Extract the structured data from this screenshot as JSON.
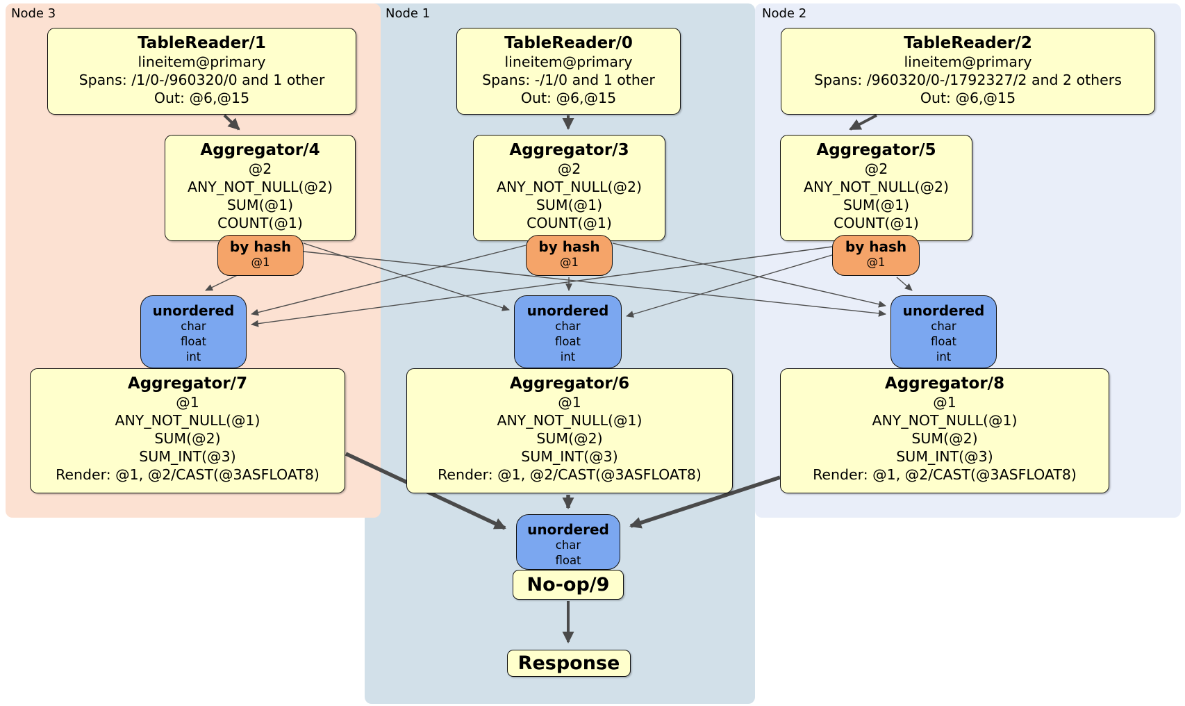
{
  "colors": {
    "panel_node3": "#fce1d2",
    "panel_node1": "#d2e0e9",
    "panel_node2": "#e9eef9",
    "processor_fill": "#ffffcc",
    "router_fill": "#f5a469",
    "sync_fill": "#7ba7f0",
    "edge_color": "#4a4a4a"
  },
  "panels": [
    {
      "id": "node3",
      "label": "Node 3"
    },
    {
      "id": "node1",
      "label": "Node 1"
    },
    {
      "id": "node2",
      "label": "Node 2"
    }
  ],
  "processors": {
    "tr1": {
      "title": "TableReader/1",
      "lines": [
        "lineitem@primary",
        "Spans: /1/0-/960320/0 and 1 other",
        "Out: @6,@15"
      ]
    },
    "tr0": {
      "title": "TableReader/0",
      "lines": [
        "lineitem@primary",
        "Spans: -/1/0 and 1 other",
        "Out: @6,@15"
      ]
    },
    "tr2": {
      "title": "TableReader/2",
      "lines": [
        "lineitem@primary",
        "Spans: /960320/0-/1792327/2 and 2 others",
        "Out: @6,@15"
      ]
    },
    "agg4": {
      "title": "Aggregator/4",
      "lines": [
        "@2",
        "ANY_NOT_NULL(@2)",
        "SUM(@1)",
        "COUNT(@1)"
      ]
    },
    "agg3": {
      "title": "Aggregator/3",
      "lines": [
        "@2",
        "ANY_NOT_NULL(@2)",
        "SUM(@1)",
        "COUNT(@1)"
      ]
    },
    "agg5": {
      "title": "Aggregator/5",
      "lines": [
        "@2",
        "ANY_NOT_NULL(@2)",
        "SUM(@1)",
        "COUNT(@1)"
      ]
    },
    "agg7": {
      "title": "Aggregator/7",
      "lines": [
        "@1",
        "ANY_NOT_NULL(@1)",
        "SUM(@2)",
        "SUM_INT(@3)",
        "Render: @1, @2/CAST(@3ASFLOAT8)"
      ]
    },
    "agg6": {
      "title": "Aggregator/6",
      "lines": [
        "@1",
        "ANY_NOT_NULL(@1)",
        "SUM(@2)",
        "SUM_INT(@3)",
        "Render: @1, @2/CAST(@3ASFLOAT8)"
      ]
    },
    "agg8": {
      "title": "Aggregator/8",
      "lines": [
        "@1",
        "ANY_NOT_NULL(@1)",
        "SUM(@2)",
        "SUM_INT(@3)",
        "Render: @1, @2/CAST(@3ASFLOAT8)"
      ]
    },
    "noop": {
      "title": "No-op/9"
    },
    "response": {
      "title": "Response"
    }
  },
  "routers": [
    {
      "title": "by hash",
      "key": "@1"
    },
    {
      "title": "by hash",
      "key": "@1"
    },
    {
      "title": "by hash",
      "key": "@1"
    }
  ],
  "syncs": [
    {
      "title": "unordered",
      "lines": [
        "char",
        "float",
        "int"
      ]
    },
    {
      "title": "unordered",
      "lines": [
        "char",
        "float",
        "int"
      ]
    },
    {
      "title": "unordered",
      "lines": [
        "char",
        "float",
        "int"
      ]
    },
    {
      "title": "unordered",
      "lines": [
        "char",
        "float"
      ]
    }
  ]
}
